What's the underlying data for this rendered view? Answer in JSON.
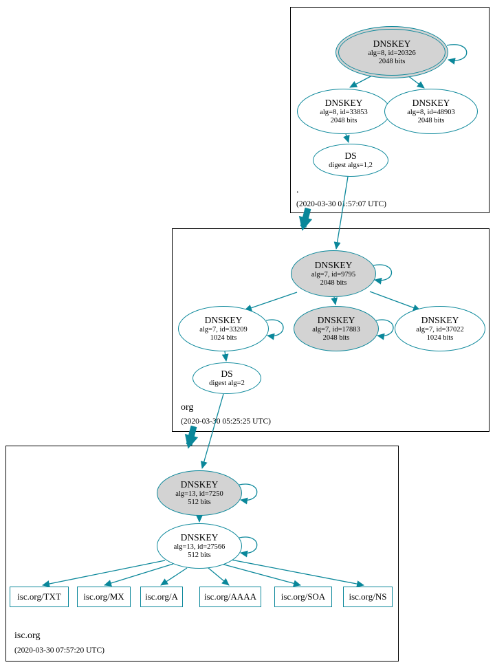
{
  "colors": {
    "accent_teal": "#0a879a",
    "ksk_fill": "#d3d3d3",
    "background": "#ffffff",
    "box_border": "#000000"
  },
  "zones": {
    "root": {
      "label": ".",
      "timestamp": "(2020-03-30 01:57:07 UTC)",
      "ksk": {
        "title": "DNSKEY",
        "detail": "alg=8, id=20326",
        "bits": "2048 bits"
      },
      "zsk1": {
        "title": "DNSKEY",
        "detail": "alg=8, id=33853",
        "bits": "2048 bits"
      },
      "zsk2": {
        "title": "DNSKEY",
        "detail": "alg=8, id=48903",
        "bits": "2048 bits"
      },
      "ds": {
        "title": "DS",
        "detail": "digest algs=1,2"
      }
    },
    "org": {
      "label": "org",
      "timestamp": "(2020-03-30 05:25:25 UTC)",
      "ksk": {
        "title": "DNSKEY",
        "detail": "alg=7, id=9795",
        "bits": "2048 bits"
      },
      "zsk1": {
        "title": "DNSKEY",
        "detail": "alg=7, id=33209",
        "bits": "1024 bits"
      },
      "zsk2": {
        "title": "DNSKEY",
        "detail": "alg=7, id=17883",
        "bits": "2048 bits"
      },
      "zsk3": {
        "title": "DNSKEY",
        "detail": "alg=7, id=37022",
        "bits": "1024 bits"
      },
      "ds": {
        "title": "DS",
        "detail": "digest alg=2"
      }
    },
    "isc": {
      "label": "isc.org",
      "timestamp": "(2020-03-30 07:57:20 UTC)",
      "ksk": {
        "title": "DNSKEY",
        "detail": "alg=13, id=7250",
        "bits": "512 bits"
      },
      "zsk": {
        "title": "DNSKEY",
        "detail": "alg=13, id=27566",
        "bits": "512 bits"
      },
      "records": [
        "isc.org/TXT",
        "isc.org/MX",
        "isc.org/A",
        "isc.org/AAAA",
        "isc.org/SOA",
        "isc.org/NS"
      ]
    }
  }
}
